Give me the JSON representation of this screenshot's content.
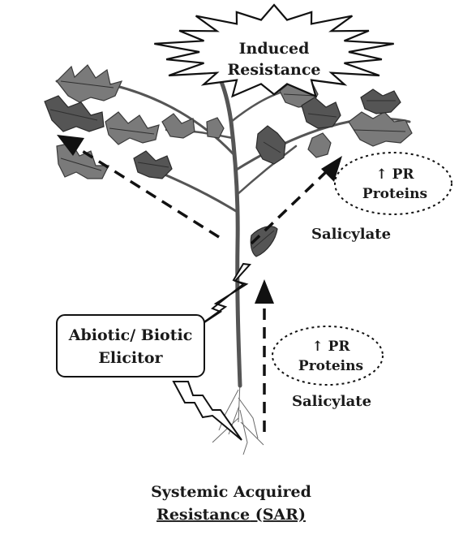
{
  "labels": {
    "induced_line1": "Induced",
    "induced_line2": "Resistance",
    "pr_top_line1": "↑ PR",
    "pr_top_line2": "Proteins",
    "salicylate_top": "Salicylate",
    "elicitor_line1": "Abiotic/ Biotic",
    "elicitor_line2": "Elicitor",
    "pr_bottom_line1": "↑ PR",
    "pr_bottom_line2": "Proteins",
    "salicylate_bottom": "Salicylate",
    "caption_line1": "Systemic Acquired",
    "caption_line2_underlined": "Resistance",
    "caption_line2_rest": " (SAR)"
  },
  "colors": {
    "ink": "#111111",
    "plant": "#7a7a7a",
    "background": "#ffffff"
  }
}
